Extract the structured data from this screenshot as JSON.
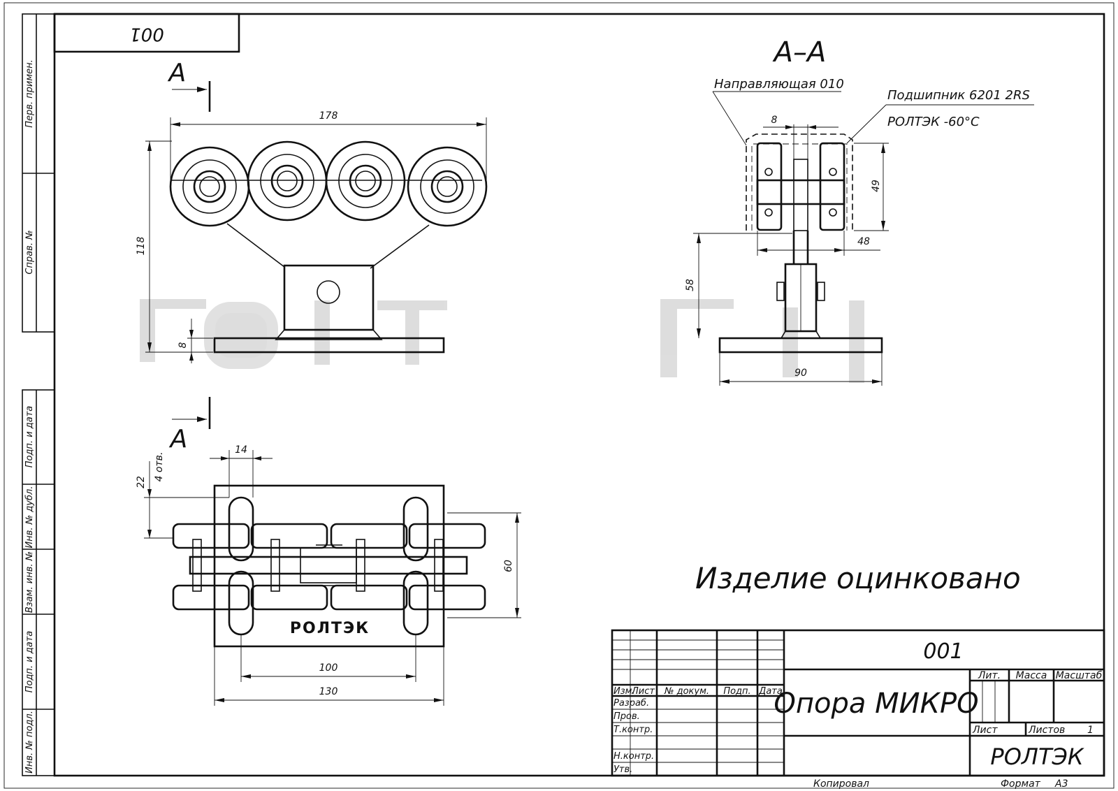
{
  "sheet": {
    "top_left_code": "001",
    "note": "Изделие оцинковано",
    "brand_on_plate": "РОЛТЭК"
  },
  "side_strip": {
    "upper": [
      "Перв. примен.",
      "Справ. №"
    ],
    "lower": [
      "Подп. и дата",
      "Инв. № дубл.",
      "Взам. инв. №",
      "Подп. и дата",
      "Инв. № подл."
    ]
  },
  "section": {
    "marker_top": "А",
    "marker_bottom": "А",
    "title": "А–А",
    "guide_label": "Направляющая 010",
    "bearing_label_1": "Подшипник 6201 2RS",
    "bearing_label_2": "РОЛТЭК -60°С"
  },
  "dimensions": {
    "front_width": "178",
    "front_height": "118",
    "front_plate": "8",
    "section_gap": "8",
    "section_height": "49",
    "section_width": "48",
    "section_stem": "58",
    "section_base": "90",
    "top_hole_pitch": "14",
    "top_hole_offset": "22",
    "top_holes": "4 отв.",
    "top_depth": "60",
    "top_inner": "100",
    "top_outer": "130"
  },
  "title_block": {
    "doc_number": "001",
    "name": "Опора МИКРО",
    "col_izm": "Изм.",
    "col_list": "Лист",
    "col_docnum": "№ докум.",
    "col_podp": "Подп.",
    "col_data": "Дата",
    "row_razrab": "Разраб.",
    "row_prov": "Пров.",
    "row_tkontr": "Т.контр.",
    "row_nkontr": "Н.контр.",
    "row_utv": "Утв.",
    "lit": "Лит.",
    "massa": "Масса",
    "masshtab": "Масштаб",
    "list": "Лист",
    "listov": "Листов",
    "listov_value": "1",
    "company": "РОЛТЭК",
    "kopiroval": "Копировал",
    "format_label": "Формат",
    "format_value": "А3"
  }
}
